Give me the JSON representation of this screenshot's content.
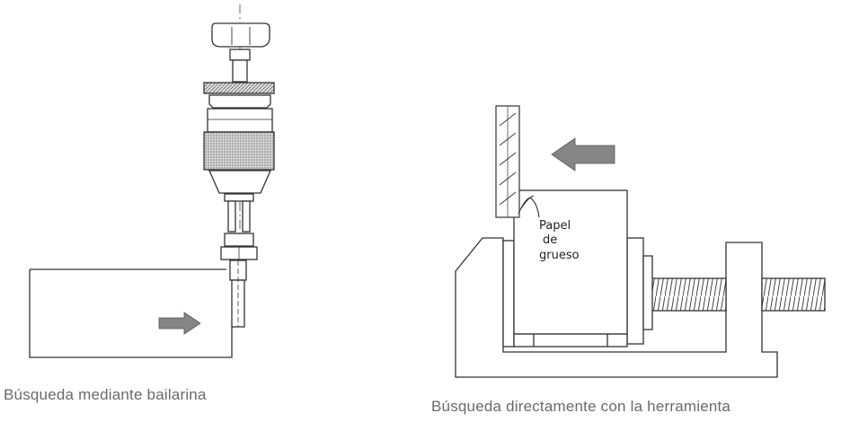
{
  "diagram": {
    "left": {
      "caption": "Búsqueda mediante bailarina"
    },
    "right": {
      "caption": "Búsqueda directamente con la herramienta",
      "paper_label_line1": "Papel",
      "paper_label_line2": "de",
      "paper_label_line3": "grueso"
    }
  },
  "colors": {
    "line": "#333333",
    "arrow": "#8a8a8a",
    "knurl": "#b8b8b8"
  }
}
